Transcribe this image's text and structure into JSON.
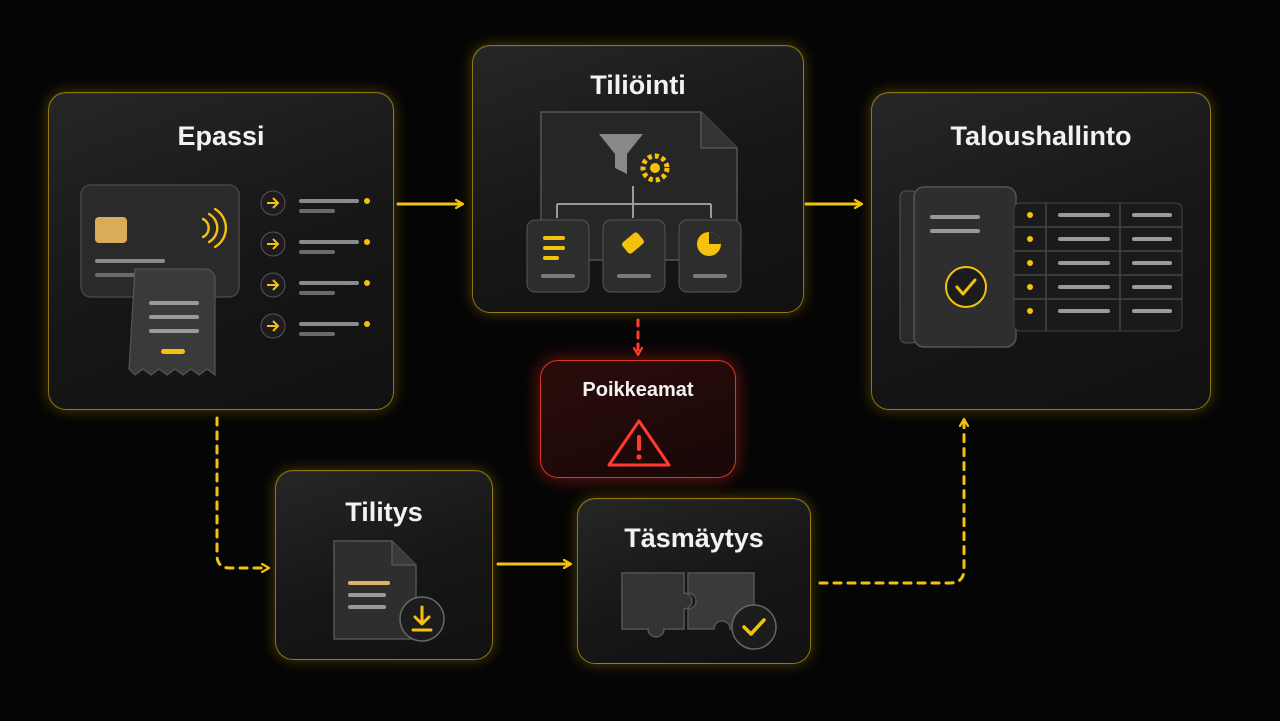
{
  "diagram": {
    "accent": "#f4c20d",
    "alert": "#ff3b2f",
    "nodes": [
      {
        "id": "epassi",
        "label": "Epassi",
        "icon": "payment-card-receipt-icon"
      },
      {
        "id": "tilointi",
        "label": "Tiliöinti",
        "icon": "filter-gear-hierarchy-icon"
      },
      {
        "id": "taloushallinto",
        "label": "Taloushallinto",
        "icon": "ledger-table-icon"
      },
      {
        "id": "poikkeamat",
        "label": "Poikkeamat",
        "icon": "warning-icon"
      },
      {
        "id": "tilitys",
        "label": "Tilitys",
        "icon": "document-download-icon"
      },
      {
        "id": "tasmaytys",
        "label": "Täsmäytys",
        "icon": "puzzle-check-icon"
      }
    ],
    "edges": [
      {
        "from": "epassi",
        "to": "tilointi",
        "style": "solid"
      },
      {
        "from": "tilointi",
        "to": "taloushallinto",
        "style": "solid"
      },
      {
        "from": "tilointi",
        "to": "poikkeamat",
        "style": "dashed-alert"
      },
      {
        "from": "epassi",
        "to": "tilitys",
        "style": "dashed"
      },
      {
        "from": "tilitys",
        "to": "tasmaytys",
        "style": "solid"
      },
      {
        "from": "tasmaytys",
        "to": "taloushallinto",
        "style": "dashed"
      }
    ]
  }
}
